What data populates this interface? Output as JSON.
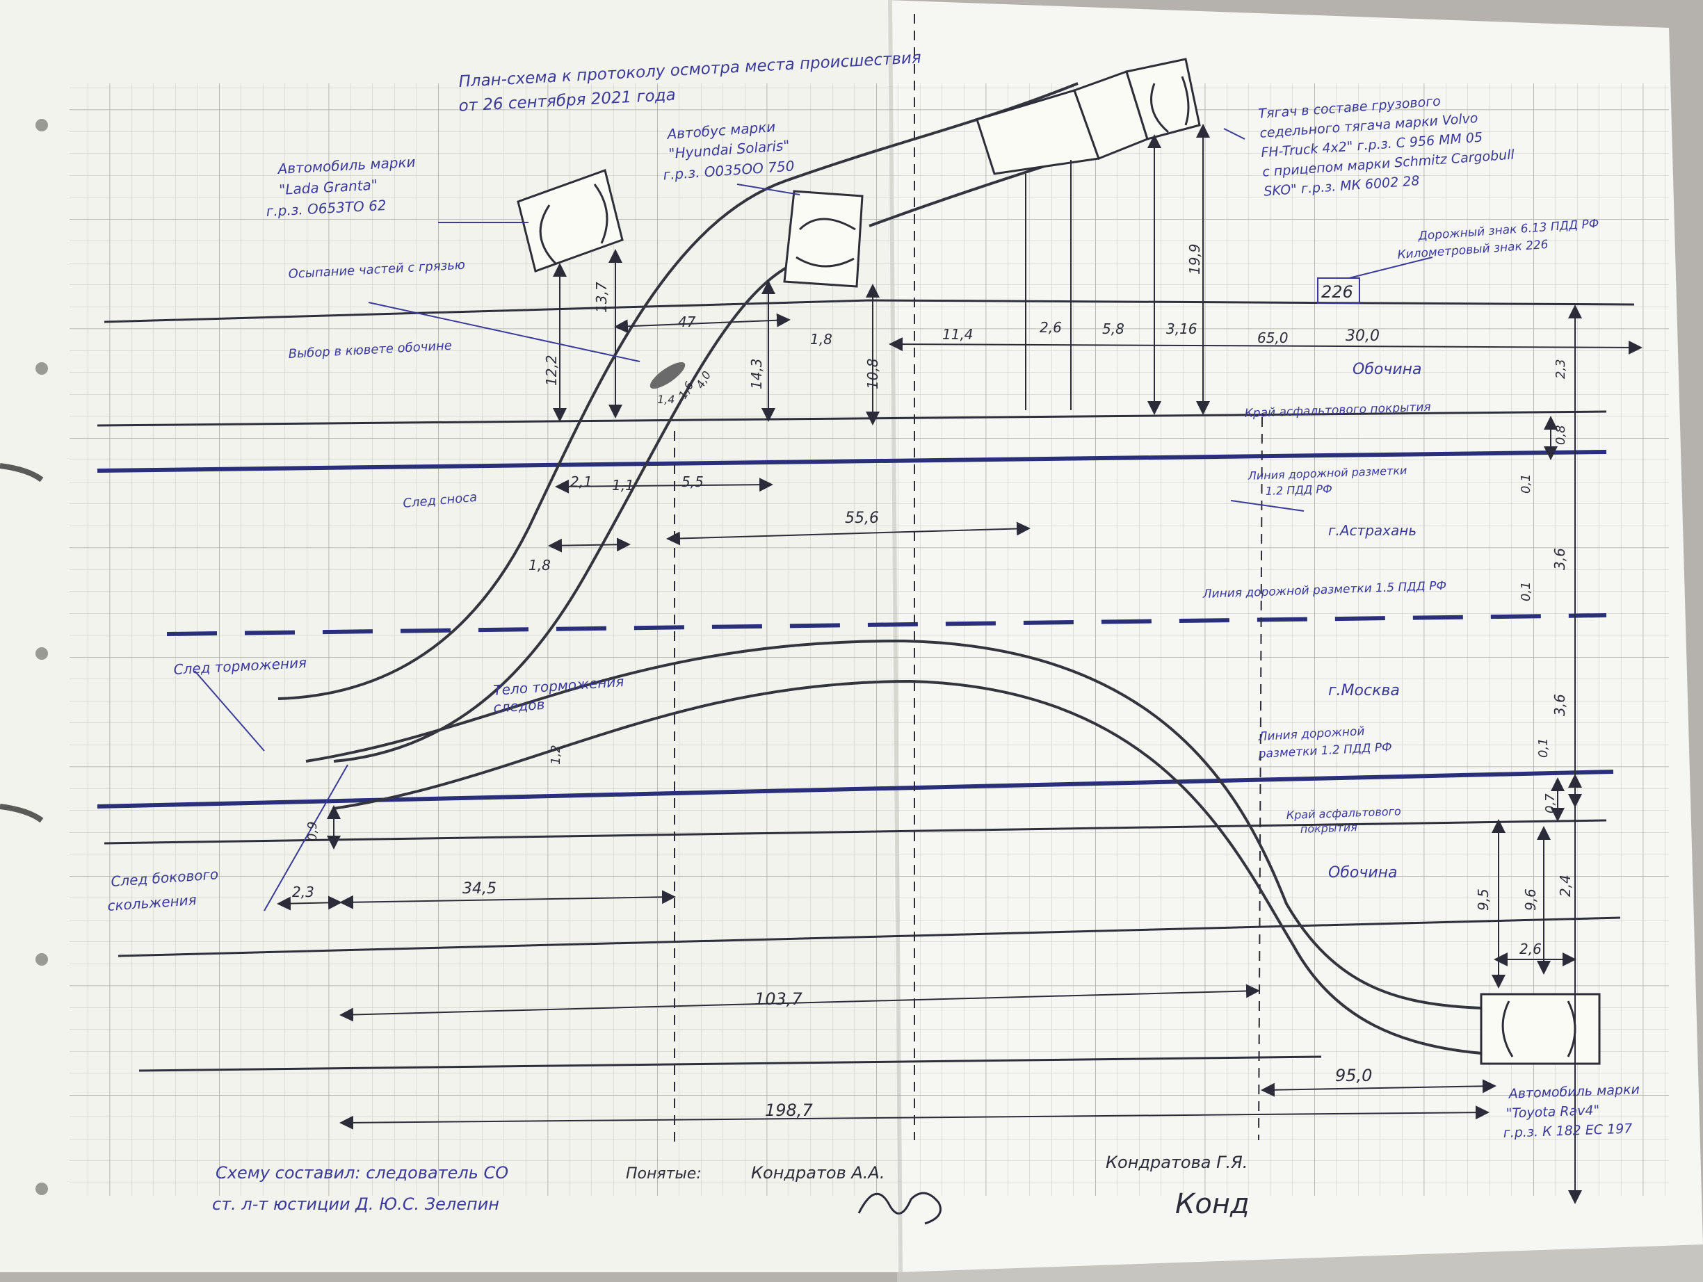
{
  "header": {
    "title_line1": "План-схема к протоколу осмотра места происшествия",
    "title_line2": "от 26 сентября 2021 года"
  },
  "vehicles": {
    "lada": {
      "line1": "Автомобиль марки",
      "line2": "\"Lada Granta\"",
      "line3": "г.р.з. О653ТО 62"
    },
    "hyundai": {
      "line1": "Автобус марки",
      "line2": "\"Hyundai Solaris\"",
      "line3": "г.р.з. О035ОО 750"
    },
    "volvo": {
      "line1": "Тягач в составе грузового",
      "line2": "седельного тягача марки Volvo",
      "line3": "FH-Truck 4x2\" г.р.з. С 956 ММ 05",
      "line4": "с прицепом марки Schmitz Cargobull",
      "line5": "SKO\" г.р.з. МК 6002 28"
    },
    "toyota": {
      "line1": "Автомобиль марки",
      "line2": "\"Toyota Rav4\"",
      "line3": "г.р.з. К 182 ЕС 197"
    }
  },
  "labels": {
    "road_sign": "Дорожный знак 6.13 ПДД РФ",
    "road_sign_2": "Километровый знак 226",
    "km_post": "226",
    "debris": "Осыпание частей с грязью",
    "ditch_mark": "Выбор в кювете обочине",
    "exit_mark": "След сноса",
    "shoulder_top": "Обочина",
    "asphalt_edge_top": "Край асфальтового покрытия",
    "marking_top_1": "Линия дорожной разметки",
    "marking_top_2": "1.2 ПДД РФ",
    "direction_astrakhan": "г.Астрахань",
    "marking_center": "Линия дорожной разметки 1.5 ПДД РФ",
    "braking_trace": "След торможения",
    "braking_wheels_1": "Тело торможения",
    "braking_wheels_2": "следов",
    "direction_moscow": "г.Москва",
    "marking_bottom_1": "Линия дорожной",
    "marking_bottom_2": "разметки 1.2 ПДД РФ",
    "asphalt_edge_bottom_1": "Край асфальтового",
    "asphalt_edge_bottom_2": "покрытия",
    "shoulder_bottom": "Обочина",
    "side_skid_1": "След бокового",
    "side_skid_2": "скольжения"
  },
  "dimensions": {
    "d_13_7": "13,7",
    "d_12_2": "12,2",
    "d_47": "47",
    "d_1_8a": "1,8",
    "d_14_3": "14,3",
    "d_10_8": "10,8",
    "d_11_4": "11,4",
    "d_2_6a": "2,6",
    "d_5_8": "5,8",
    "d_3_16": "3,16",
    "d_65_0": "65,0",
    "d_30_0": "30,0",
    "d_19_9": "19,9",
    "d_2_3a": "2,3",
    "d_0_8": "0,8",
    "d_0_1a": "0,1",
    "d_3_6a": "3,6",
    "d_0_1b": "0,1",
    "d_2_1": "2,1",
    "d_1_1": "1,1",
    "d_5_5": "5,5",
    "d_55_6": "55,6",
    "d_1_8b": "1,8",
    "d_1_4": "1,4",
    "d_1_6": "1,6",
    "d_4_0": "4,0",
    "d_1_2": "1,2",
    "d_0_9": "0,9",
    "d_2_3b": "2,3",
    "d_34_5": "34,5",
    "d_3_6b": "3,6",
    "d_0_1c": "0,1",
    "d_0_7": "0,7",
    "d_9_5": "9,5",
    "d_9_6": "9,6",
    "d_2_4": "2,4",
    "d_2_6b": "2,6",
    "d_103_7": "103,7",
    "d_95_0": "95,0",
    "d_198_7": "198,7"
  },
  "footer": {
    "compiled_1": "Схему составил: следователь СО",
    "compiled_2": "ст. л-т юстиции Д. Ю.С. Зелепин",
    "witness_label": "Понятые:",
    "witness_1": "Кондратов А.А.",
    "witness_2": "Кондратова Г.Я.",
    "signature": "Конд"
  },
  "colors": {
    "ink_blue": "#3a3a9a",
    "pencil": "#2e2e38",
    "paper": "#f5f5f0",
    "grid": "#b8b8b3"
  }
}
